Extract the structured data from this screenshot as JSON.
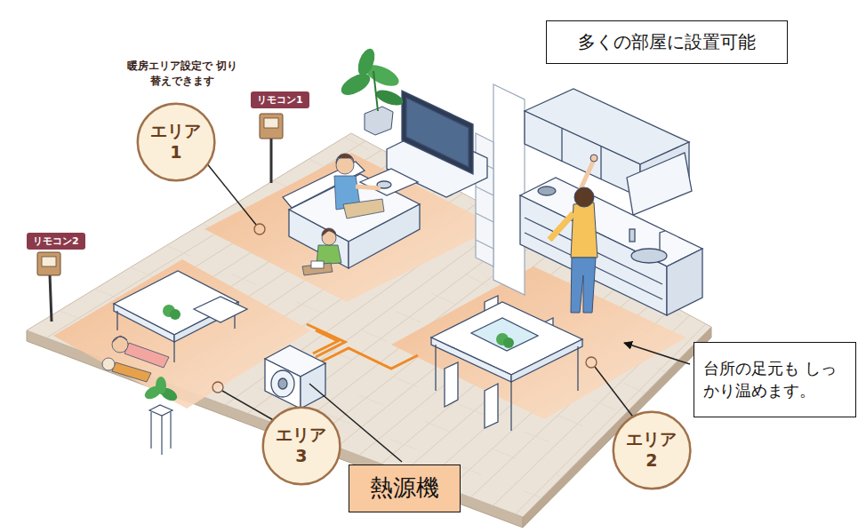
{
  "diagram": {
    "nodes": [
      {
        "text": [
          "多くの部屋に設置可能"
        ]
      },
      {
        "text": [
          "リモコン1"
        ]
      },
      {
        "text": [
          "エリア 1"
        ]
      },
      {
        "text": [
          "リモコン2"
        ]
      },
      {
        "text": [
          "台所の足元も しっかり温めます。"
        ]
      },
      {
        "text": [
          "エリア 3"
        ]
      },
      {
        "text": [
          "熱源機"
        ]
      },
      {
        "text": [
          "エリア 2"
        ]
      }
    ],
    "labels": [
      "暖房エリア設定で 切り替えできます"
    ]
  }
}
